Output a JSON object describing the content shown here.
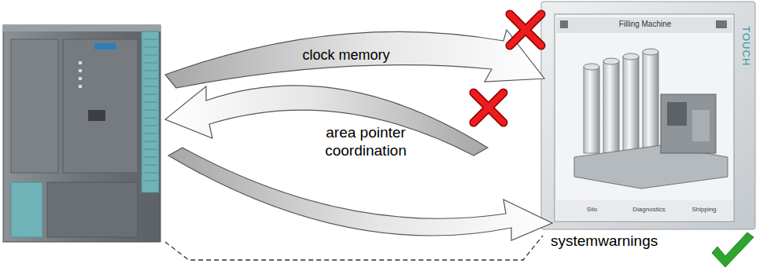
{
  "diagram": {
    "labels": [
      "clock memory",
      "area pointer coordination",
      "systemwarnings",
      "Filling Machine",
      "Silo",
      "Diagnostics",
      "Shipping",
      "TOUCH"
    ]
  }
}
